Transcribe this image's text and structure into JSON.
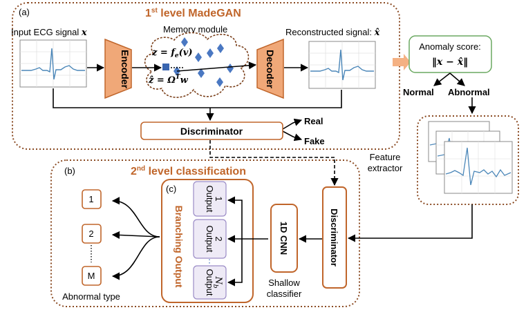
{
  "colors": {
    "orange": "#c0652a",
    "orange_fill": "#f0a878",
    "purple_fill": "#eeeaf6",
    "purple_border": "#9a8bc6",
    "diamond": "#4a78c2",
    "green_border": "#6aa860",
    "signal": "#4a86b8",
    "arrow_fill": "#f4b183"
  },
  "level1": {
    "panel_label": "(a)",
    "title_sup": "st",
    "title_num": "1",
    "title_rest": " level MadeGAN",
    "input_label": "Input ECG signal",
    "input_var": "x",
    "encoder": "Encoder",
    "decoder": "Decoder",
    "memory_label": "Memory module",
    "z_eq": "z = f",
    "z_sub": "e",
    "z_arg": "(v)",
    "zhat_eq": "ẑ = Ω",
    "zhat_sup": "T",
    "zhat_w": "w",
    "recon_label": "Reconstructed signal:",
    "recon_var": "x̂",
    "discriminator": "Discriminator",
    "real": "Real",
    "fake": "Fake"
  },
  "score": {
    "label": "Anomaly score:",
    "formula": "‖x − x̂‖",
    "normal": "Normal",
    "abnormal": "Abnormal"
  },
  "feature_extractor": [
    "Feature",
    "extractor"
  ],
  "level2": {
    "panel_label": "(b)",
    "title_sup": "nd",
    "title_num": "2",
    "title_rest": " level classification",
    "branch_label": "(c)",
    "branching_output": "Branching Output",
    "outputs": [
      {
        "line1": "Output",
        "line2": "1"
      },
      {
        "line1": "Output",
        "line2": "2"
      },
      {
        "line1": "Output",
        "line2": "N",
        "sub": "b"
      }
    ],
    "cnn": "1D CNN",
    "discriminator": "Discriminator",
    "shallow": [
      "Shallow",
      "classifier"
    ],
    "types": [
      "1",
      "2",
      "M"
    ],
    "dots": "⋮",
    "abnormal_type": "Abnormal type"
  }
}
